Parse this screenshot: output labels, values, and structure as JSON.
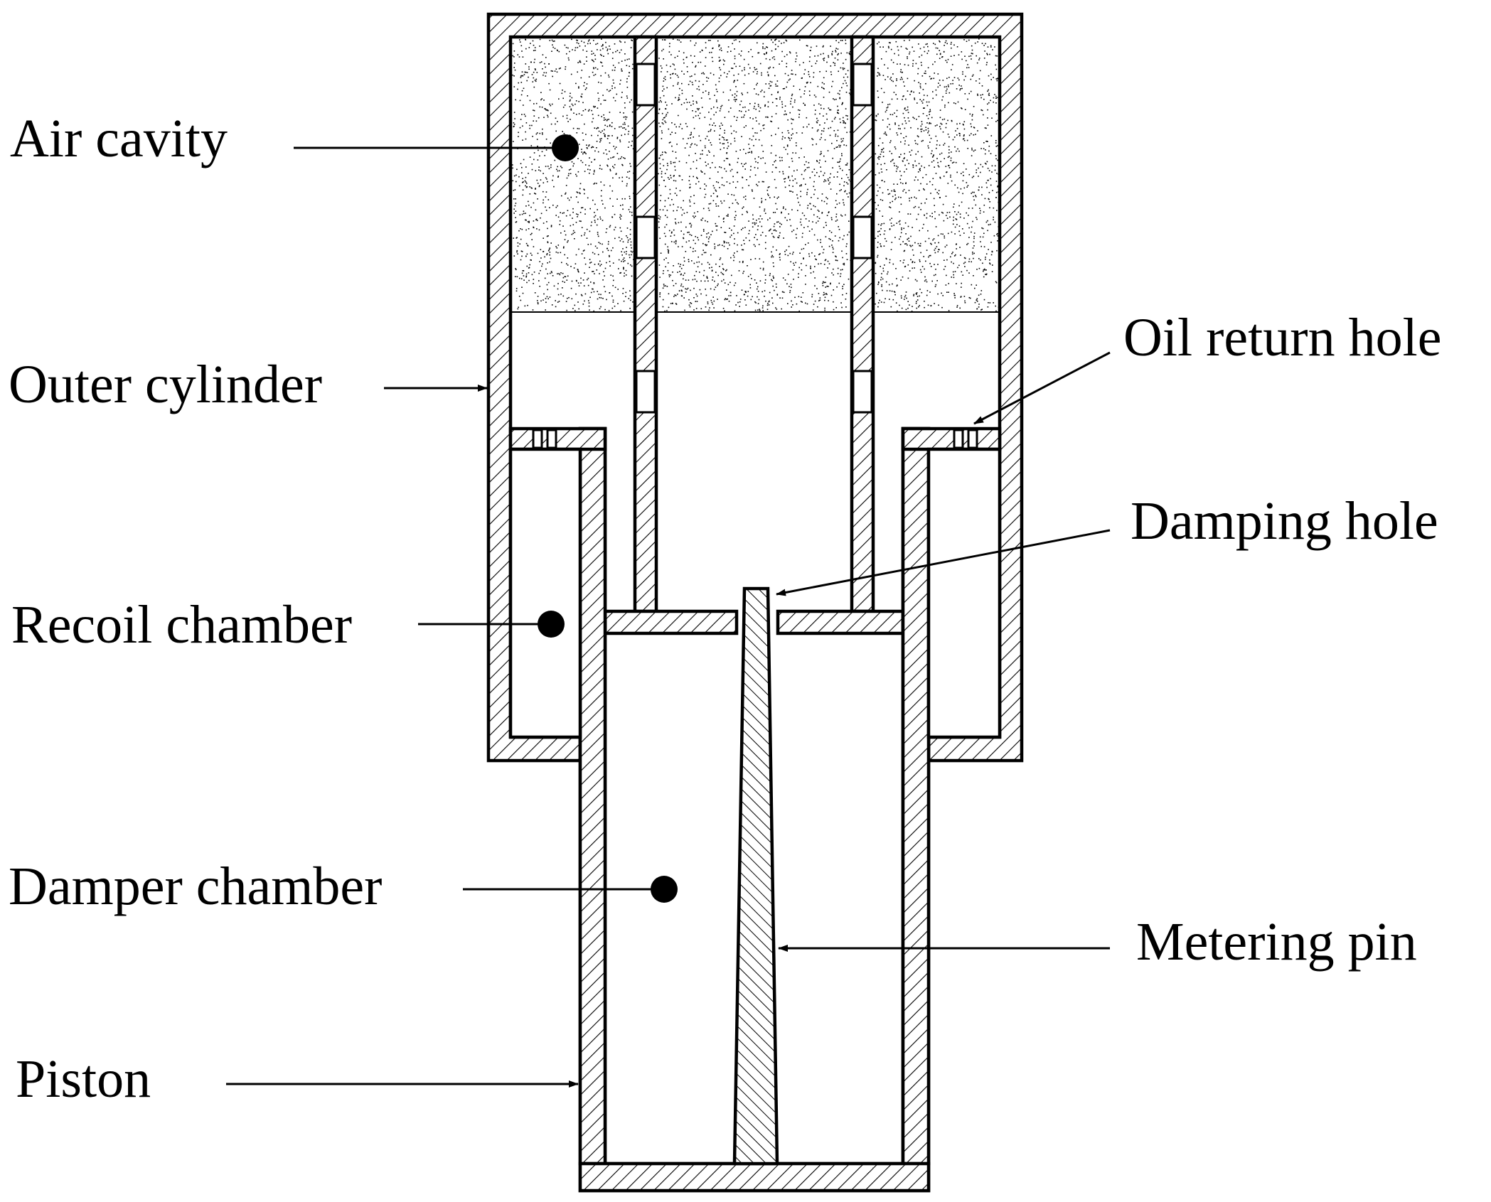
{
  "diagram": {
    "colors": {
      "ink": "#000000",
      "paper": "#ffffff"
    },
    "labels": {
      "air_cavity": "Air cavity",
      "outer_cylinder": "Outer cylinder",
      "recoil_chamber": "Recoil chamber",
      "damper_chamber": "Damper chamber",
      "piston": "Piston",
      "oil_return_hole": "Oil return hole",
      "damping_hole": "Damping hole",
      "metering_pin": "Metering pin"
    }
  }
}
